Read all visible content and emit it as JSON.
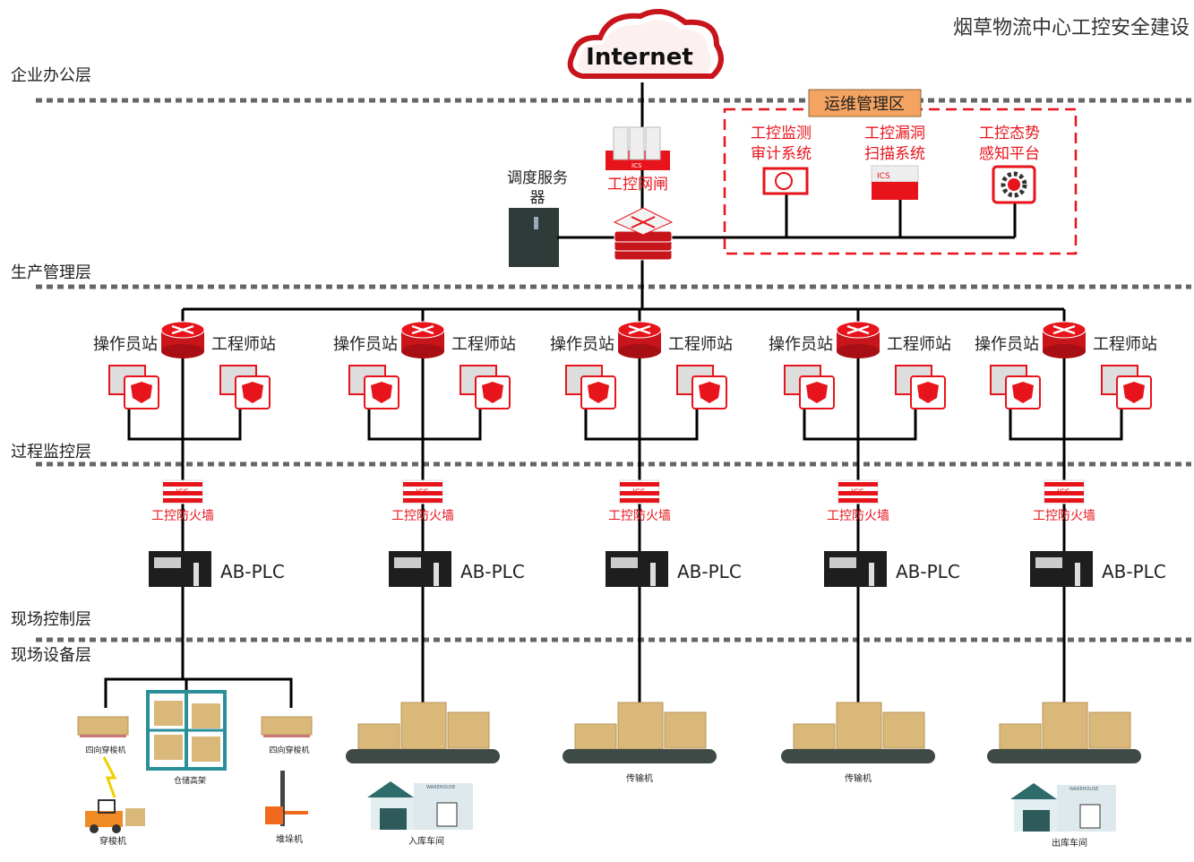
{
  "title": "烟草物流中心工控安全建设",
  "layers": [
    "企业办公层",
    "生产管理层",
    "过程监控层",
    "现场控制层",
    "现场设备层"
  ],
  "internet": "Internet",
  "gateway": "工控网闸",
  "server": [
    "调度服务",
    "器"
  ],
  "ops_zone": {
    "title": "运维管理区",
    "systems": [
      {
        "line1": "工控监测",
        "line2": "审计系统",
        "icon": "audit-magnifier-icon"
      },
      {
        "line1": "工控漏洞",
        "line2": "扫描系统",
        "icon": "vuln-scan-icon"
      },
      {
        "line1": "工控态势",
        "line2": "感知平台",
        "icon": "situation-gear-icon"
      }
    ]
  },
  "icon_text": "ICS",
  "columns": [
    {
      "operator": "操作员站",
      "engineer": "工程师站",
      "firewall": "工控防火墙",
      "plc": "AB-PLC"
    },
    {
      "operator": "操作员站",
      "engineer": "工程师站",
      "firewall": "工控防火墙",
      "plc": "AB-PLC",
      "device": "入库车间"
    },
    {
      "operator": "操作员站",
      "engineer": "工程师站",
      "firewall": "工控防火墙",
      "plc": "AB-PLC",
      "device": "传输机"
    },
    {
      "operator": "操作员站",
      "engineer": "工程师站",
      "firewall": "工控防火墙",
      "plc": "AB-PLC",
      "device": "传输机"
    },
    {
      "operator": "操作员站",
      "engineer": "工程师站",
      "firewall": "工控防火墙",
      "plc": "AB-PLC",
      "device": "出库车间"
    }
  ],
  "field_devices": {
    "shuttle_left": "四向穿梭机",
    "rack": "仓储高架",
    "shuttle_right": "四向穿梭机",
    "shuttle_car": "穿梭机",
    "stacker": "堆垛机"
  },
  "warehouse_sign": "WAREHOUSE",
  "colors": {
    "accent_red": "#e8141b",
    "zone_orange": "#f4a460",
    "divider": "#666666"
  }
}
